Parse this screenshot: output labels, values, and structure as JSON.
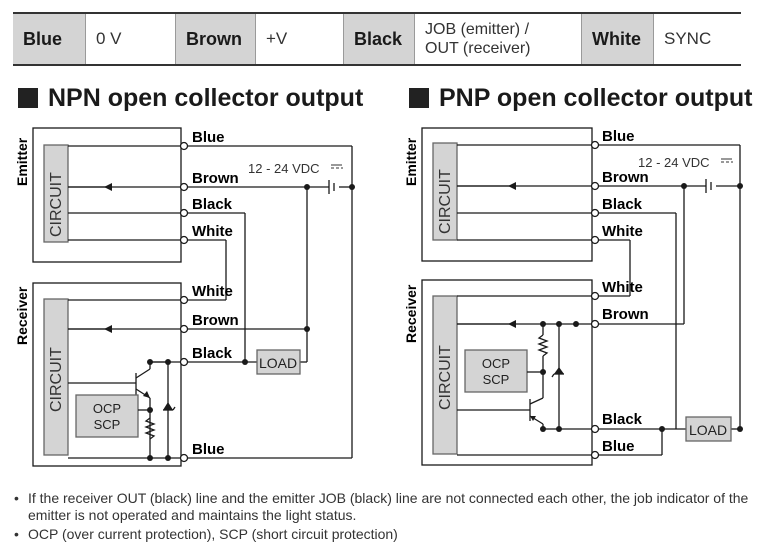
{
  "legend": [
    {
      "color": "Blue",
      "meaning": "0 V"
    },
    {
      "color": "Brown",
      "meaning": "+V"
    },
    {
      "color": "Black",
      "meaning_line1": "JOB (emitter) /",
      "meaning_line2": "OUT (receiver)"
    },
    {
      "color": "White",
      "meaning": "SYNC"
    }
  ],
  "npn": {
    "title": "NPN open collector output",
    "emitter_label": "Emitter",
    "receiver_label": "Receiver",
    "circuit_label": "CIRCUIT",
    "emitter_wires": [
      "Blue",
      "Brown",
      "Black",
      "White"
    ],
    "receiver_wires": [
      "White",
      "Brown",
      "Black",
      "Blue"
    ],
    "supply": "12 - 24 VDC",
    "load": "LOAD",
    "ocp": "OCP",
    "scp": "SCP"
  },
  "pnp": {
    "title": "PNP open collector output",
    "emitter_label": "Emitter",
    "receiver_label": "Receiver",
    "circuit_label": "CIRCUIT",
    "emitter_wires": [
      "Blue",
      "Brown",
      "Black",
      "White"
    ],
    "receiver_wires": [
      "White",
      "Brown",
      "Black",
      "Blue"
    ],
    "supply": "12 - 24 VDC",
    "load": "LOAD",
    "ocp": "OCP",
    "scp": "SCP"
  },
  "notes": [
    "If the receiver OUT (black) line and the emitter JOB (black) line are not connected each other, the job indicator of the emitter is not operated and maintains the light status.",
    "OCP (over current protection), SCP (short circuit protection)"
  ],
  "bullet": "•"
}
